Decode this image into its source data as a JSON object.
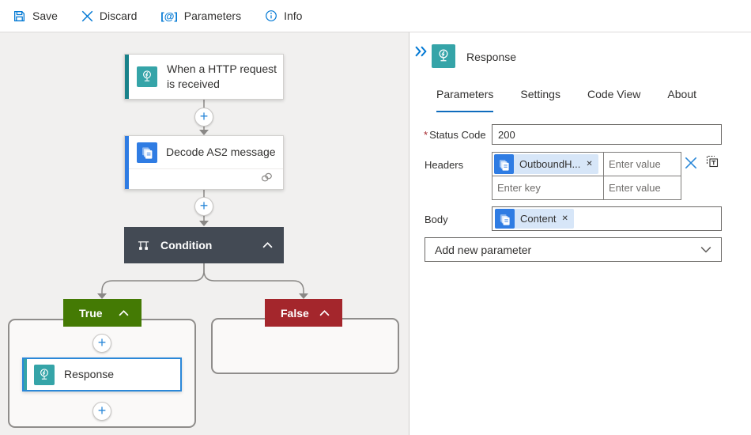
{
  "toolbar": {
    "save_label": "Save",
    "discard_label": "Discard",
    "parameters_label": "Parameters",
    "parameters_glyph": "[@]",
    "info_label": "Info"
  },
  "canvas": {
    "trigger": {
      "title": "When a HTTP request is received"
    },
    "decode": {
      "title": "Decode AS2 message"
    },
    "condition": {
      "title": "Condition"
    },
    "true_branch": {
      "label": "True"
    },
    "false_branch": {
      "label": "False"
    },
    "response": {
      "title": "Response"
    },
    "plus_glyph": "+"
  },
  "panel": {
    "title": "Response",
    "tabs": [
      {
        "label": "Parameters"
      },
      {
        "label": "Settings"
      },
      {
        "label": "Code View"
      },
      {
        "label": "About"
      }
    ],
    "fields": {
      "status_code": {
        "required_marker": "*",
        "label": "Status Code",
        "value": "200"
      },
      "headers": {
        "label": "Headers",
        "token_label": "OutboundH...",
        "token_close_glyph": "✕",
        "enter_key_placeholder": "Enter key",
        "enter_value_placeholder": "Enter value"
      },
      "body": {
        "label": "Body",
        "token_label": "Content",
        "token_close_glyph": "✕"
      },
      "add_new_parameter": {
        "label": "Add new parameter"
      }
    }
  },
  "colors": {
    "toolbar_icon_blue": "#0078d4",
    "trigger_teal": "#35a4a8",
    "trigger_accent_teal": "#19828a",
    "action_blue": "#2f7ce3",
    "condition_slate": "#434a54",
    "true_green": "#447a04",
    "false_red": "#a4262c",
    "selection_blue": "#2b88d8",
    "token_chip_bg": "#d7e6f8",
    "canvas_bg": "#f1f0ef"
  }
}
